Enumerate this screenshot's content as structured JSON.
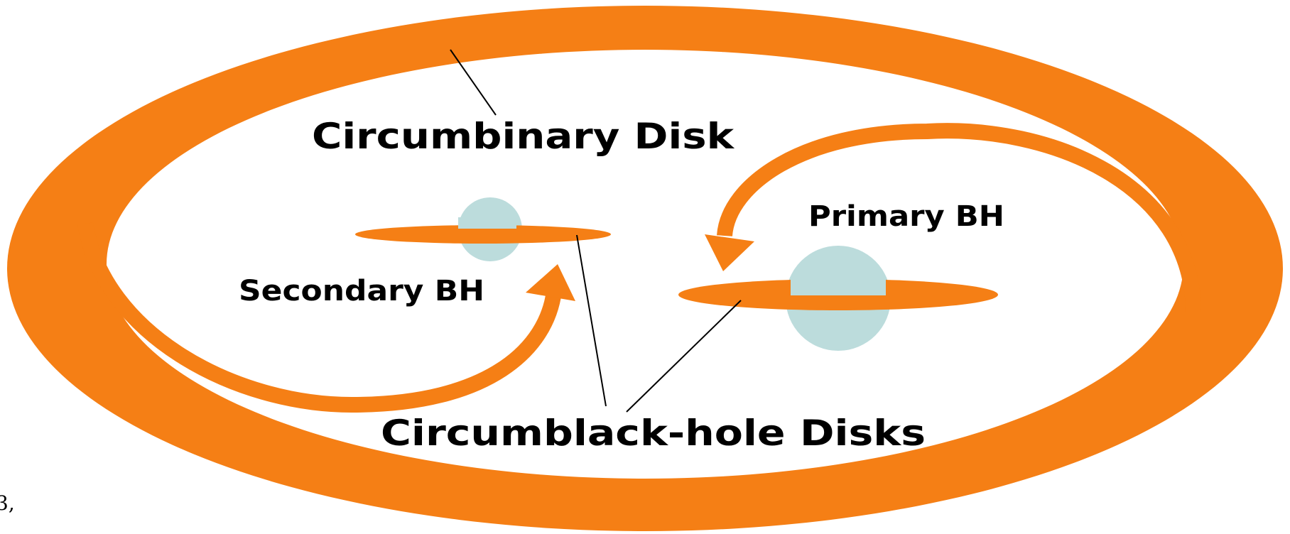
{
  "labels": {
    "circumbinary": "Circumbinary Disk",
    "primary": "Primary BH",
    "secondary": "Secondary BH",
    "circumblackhole": "Circumblack-hole Disks",
    "edge_fragment": "3,"
  },
  "colors": {
    "disk": "#f57f15",
    "black_hole": "#bcdcdc",
    "background": "#ffffff",
    "text": "#000000"
  }
}
